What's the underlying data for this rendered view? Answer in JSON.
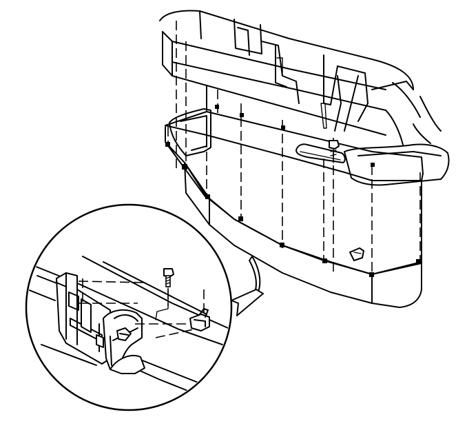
{
  "figure": {
    "components": [
      "front-fascia",
      "grille-panel",
      "bumper-bar",
      "fasteners",
      "detail-circle",
      "retaining-bolt",
      "push-pin-clip"
    ],
    "colors": {
      "line": "#000000",
      "background": "#ffffff"
    }
  }
}
